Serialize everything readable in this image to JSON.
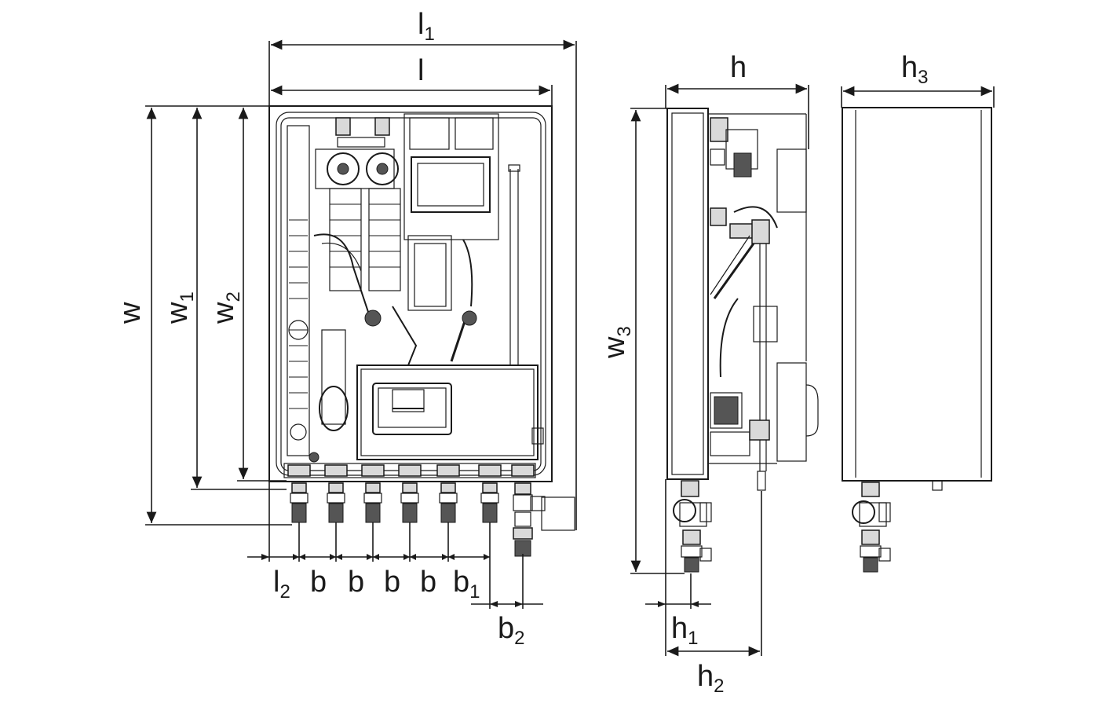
{
  "dimensions": {
    "l1": {
      "base": "l",
      "sub": "1"
    },
    "l": {
      "base": "l",
      "sub": ""
    },
    "w": {
      "base": "w",
      "sub": ""
    },
    "w1": {
      "base": "w",
      "sub": "1"
    },
    "w2": {
      "base": "w",
      "sub": "2"
    },
    "w3": {
      "base": "w",
      "sub": "3"
    },
    "l2": {
      "base": "l",
      "sub": "2"
    },
    "b_1": {
      "base": "b",
      "sub": ""
    },
    "b_2": {
      "base": "b",
      "sub": ""
    },
    "b_3": {
      "base": "b",
      "sub": ""
    },
    "b_4": {
      "base": "b",
      "sub": ""
    },
    "b1": {
      "base": "b",
      "sub": "1"
    },
    "b2": {
      "base": "b",
      "sub": "2"
    },
    "h": {
      "base": "h",
      "sub": ""
    },
    "h1": {
      "base": "h",
      "sub": "1"
    },
    "h2": {
      "base": "h",
      "sub": "2"
    },
    "h3": {
      "base": "h",
      "sub": "3"
    }
  }
}
